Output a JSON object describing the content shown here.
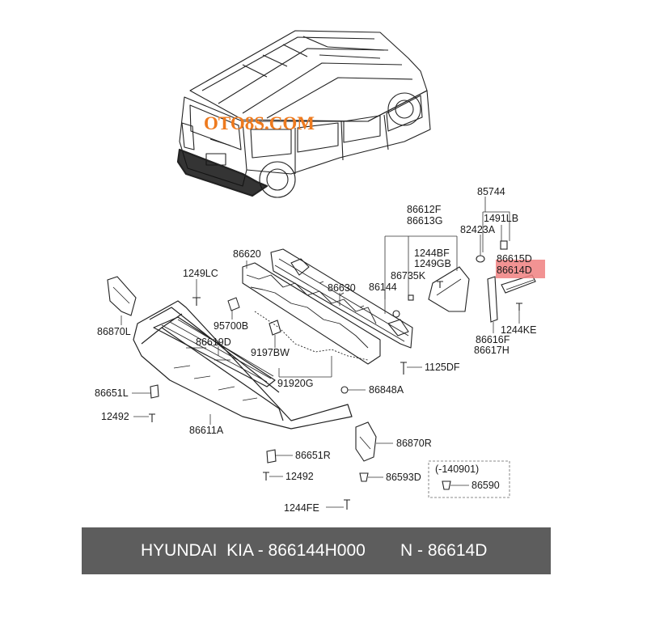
{
  "watermark": "OTO8S.COM",
  "highlight_color": "#f08080",
  "watermark_color": "#ee7a1e",
  "footer": {
    "part_text": "HYUNDAI  KIA - 866144H000",
    "ref_text": "N - 86614D"
  },
  "labels": {
    "p85744": "85744",
    "p1491LB": "1491LB",
    "p82423A": "82423A",
    "p86612F": "86612F",
    "p86613G": "86613G",
    "p86620": "86620",
    "p1244BF": "1244BF",
    "p1249GB": "1249GB",
    "p86735K": "86735K",
    "p86615D": "86615D",
    "p86614D": "86614D",
    "p1249LC": "1249LC",
    "p86630": "86630",
    "p86144": "86144",
    "p86870L": "86870L",
    "p95700B": "95700B",
    "p1244KE": "1244KE",
    "p86619D": "86619D",
    "p86616F": "86616F",
    "p86617H": "86617H",
    "p9197BW": "9197BW",
    "p1125DF": "1125DF",
    "p91920G": "91920G",
    "p86651L": "86651L",
    "p86848A": "86848A",
    "p12492a": "12492",
    "p86611A": "86611A",
    "p86870R": "86870R",
    "p86651R": "86651R",
    "p140901": "(-140901)",
    "p12492b": "12492",
    "p86593D": "86593D",
    "p86590": "86590",
    "p1244FE": "1244FE"
  }
}
